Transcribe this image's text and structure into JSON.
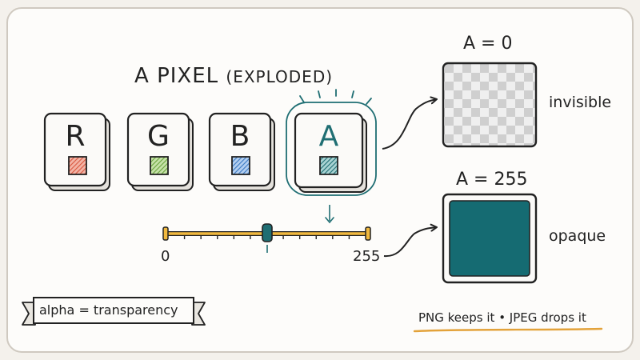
{
  "title": {
    "lead_letter": "A",
    "lead_rest": "PIXEL",
    "suffix": "(EXPLODED)"
  },
  "channels": [
    {
      "letter": "R",
      "color": "#d9573f"
    },
    {
      "letter": "G",
      "color": "#6aa33c"
    },
    {
      "letter": "B",
      "color": "#3a78c1"
    },
    {
      "letter": "A",
      "color": "#1f6e73",
      "highlighted": true
    }
  ],
  "slider": {
    "min_label": "0",
    "max_label": "255",
    "value": 128,
    "min": 0,
    "max": 255
  },
  "swatches": {
    "transparent": {
      "heading": "A = 0",
      "description": "invisible"
    },
    "opaque": {
      "heading": "A = 255",
      "description": "opaque",
      "fill": "#156b72"
    }
  },
  "banner": {
    "text": "alpha = transparency"
  },
  "footer": {
    "text": "PNG keeps it • JPEG drops it",
    "underline_color": "#e3a23a"
  },
  "colors": {
    "slider_track": "#f0b83e",
    "slider_handle": "#1f6e73",
    "accent_teal": "#1f6e73"
  }
}
